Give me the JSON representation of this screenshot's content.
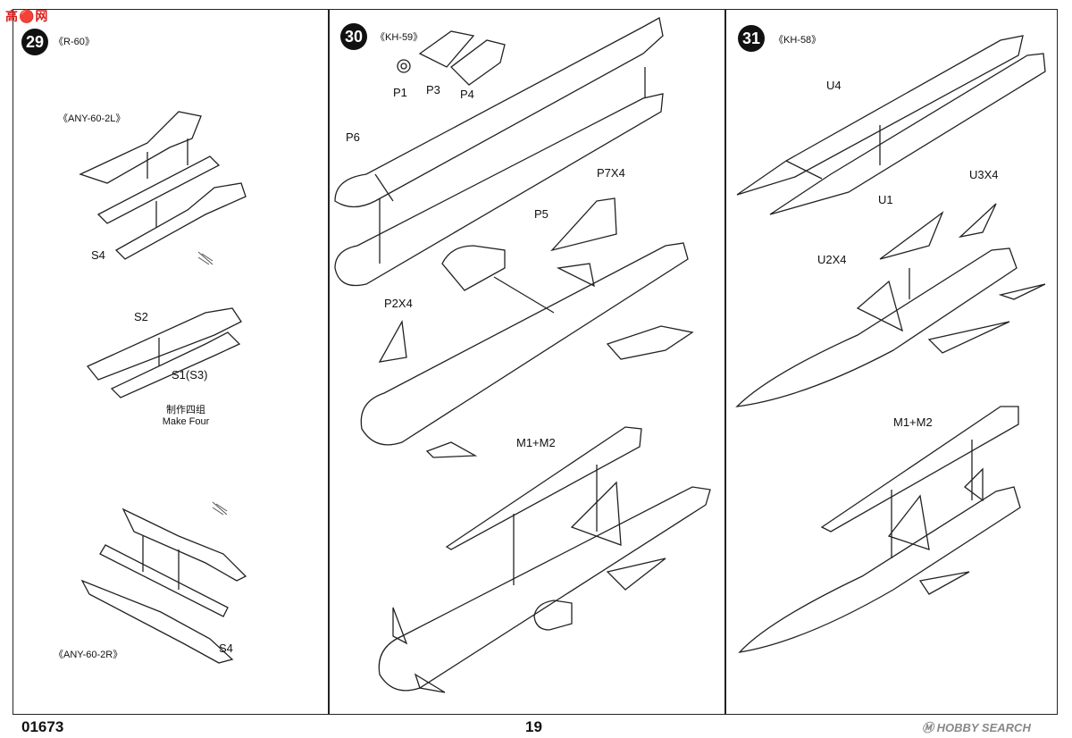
{
  "watermark_top": "高🔴网",
  "watermark_bottom": "Ⓜ HOBBY SEARCH",
  "footer": {
    "code": "01673",
    "page": "19"
  },
  "steps": [
    {
      "number": "29",
      "title": "《R-60》",
      "labels": {
        "launcher_left": "《ANY-60-2L》",
        "launcher_right": "《ANY-60-2R》",
        "s4_top": "S4",
        "s2": "S2",
        "s1": "S1(S3)",
        "note_cn": "制作四组",
        "note_en": "Make Four",
        "s4_bottom": "S4"
      }
    },
    {
      "number": "30",
      "title": "《KH-59》",
      "labels": {
        "p1": "P1",
        "p3": "P3",
        "p4": "P4",
        "p6": "P6",
        "p5": "P5",
        "p7x4": "P7X4",
        "p2x4": "P2X4",
        "m1m2": "M1+M2"
      }
    },
    {
      "number": "31",
      "title": "《KH-58》",
      "labels": {
        "u4": "U4",
        "u1": "U1",
        "u3x4": "U3X4",
        "u2x4": "U2X4",
        "m1m2": "M1+M2"
      }
    }
  ]
}
